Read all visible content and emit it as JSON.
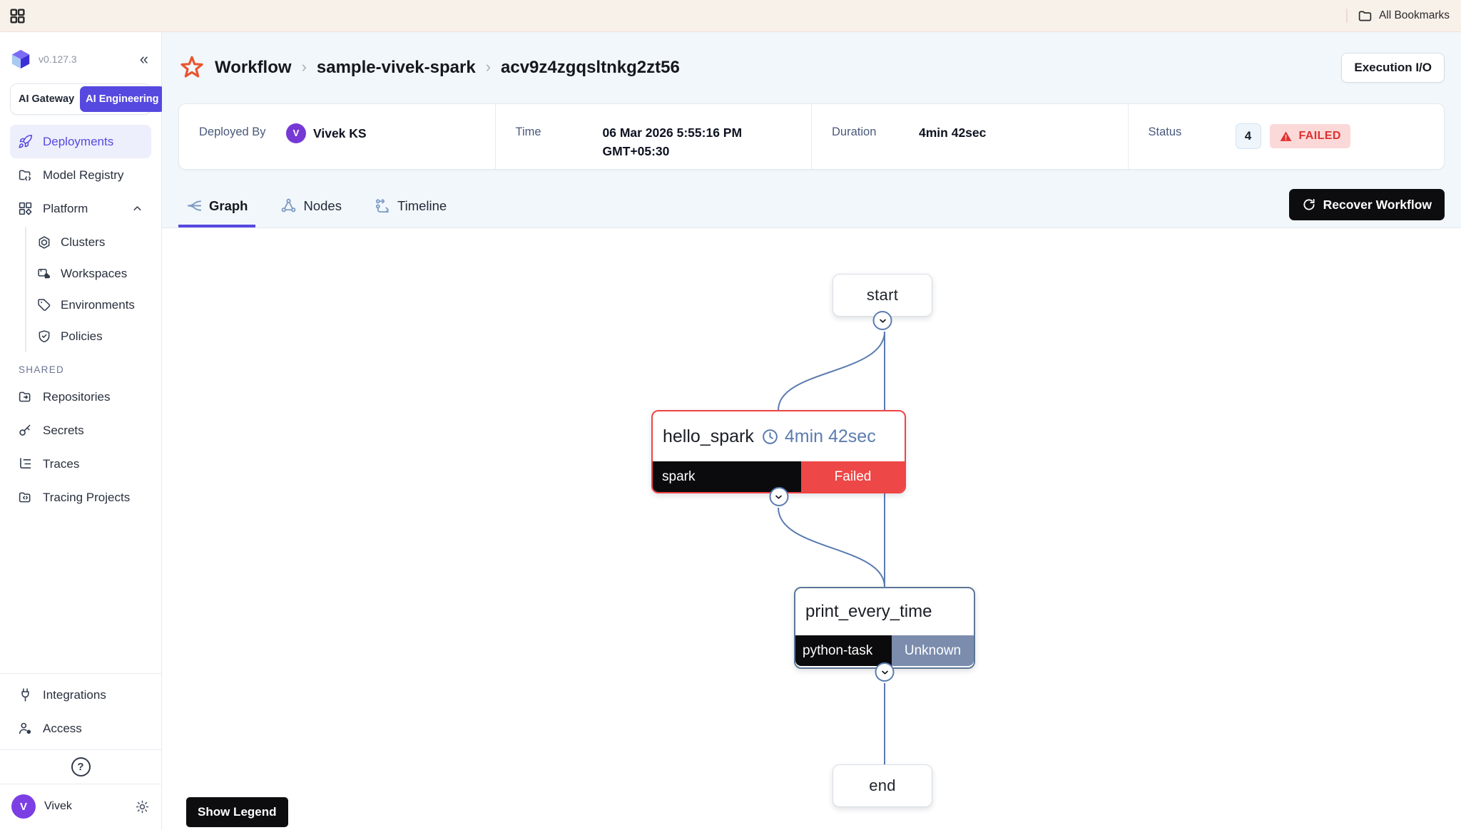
{
  "topbar": {
    "all_bookmarks": "All Bookmarks"
  },
  "glyphs": {
    "collapse": "«",
    "separator": "›",
    "help": "?"
  },
  "sidebar": {
    "version": "v0.127.3",
    "toggle": {
      "gateway": "AI Gateway",
      "engineering": "AI Engineering",
      "active": "AI Engineering"
    },
    "nav": {
      "deployments": "Deployments",
      "model_registry": "Model Registry",
      "platform": "Platform",
      "clusters": "Clusters",
      "workspaces": "Workspaces",
      "environments": "Environments",
      "policies": "Policies",
      "shared_label": "SHARED",
      "repositories": "Repositories",
      "secrets": "Secrets",
      "traces": "Traces",
      "tracing_projects": "Tracing Projects",
      "integrations": "Integrations",
      "access": "Access"
    },
    "user": {
      "name": "Vivek",
      "initial": "V"
    }
  },
  "header": {
    "breadcrumb": {
      "root": "Workflow",
      "app": "sample-vivek-spark",
      "run": "acv9z4zgqsltnkg2zt56"
    },
    "execution_io": "Execution I/O"
  },
  "summary": {
    "deployed_by": {
      "label": "Deployed By",
      "value": "Vivek KS",
      "avatar_initial": "V"
    },
    "time": {
      "label": "Time",
      "value": "06 Mar 2026 5:55:16 PM GMT+05:30"
    },
    "duration": {
      "label": "Duration",
      "value": "4min 42sec"
    },
    "status": {
      "label": "Status",
      "attempts": "4",
      "value": "FAILED"
    }
  },
  "tabs": {
    "graph": "Graph",
    "nodes": "Nodes",
    "timeline": "Timeline",
    "active": "Graph"
  },
  "actions": {
    "recover_workflow": "Recover Workflow",
    "show_legend": "Show Legend"
  },
  "graph": {
    "nodes": [
      {
        "id": "start",
        "label": "start"
      },
      {
        "id": "hello_spark",
        "label": "hello_spark",
        "duration": "4min 42sec",
        "task_type": "spark",
        "status": "Failed"
      },
      {
        "id": "print_every_time",
        "label": "print_every_time",
        "task_type": "python-task",
        "status": "Unknown"
      },
      {
        "id": "end",
        "label": "end"
      }
    ],
    "edges": [
      {
        "from": "start",
        "to": "hello_spark"
      },
      {
        "from": "start",
        "to": "print_every_time"
      },
      {
        "from": "hello_spark",
        "to": "print_every_time"
      },
      {
        "from": "print_every_time",
        "to": "end"
      }
    ]
  },
  "colors": {
    "accent": "#5649e0",
    "failed": "#ef4444",
    "edge": "#5b7cb0",
    "unknown": "#7b8cad",
    "dark": "#0d0d0f"
  }
}
